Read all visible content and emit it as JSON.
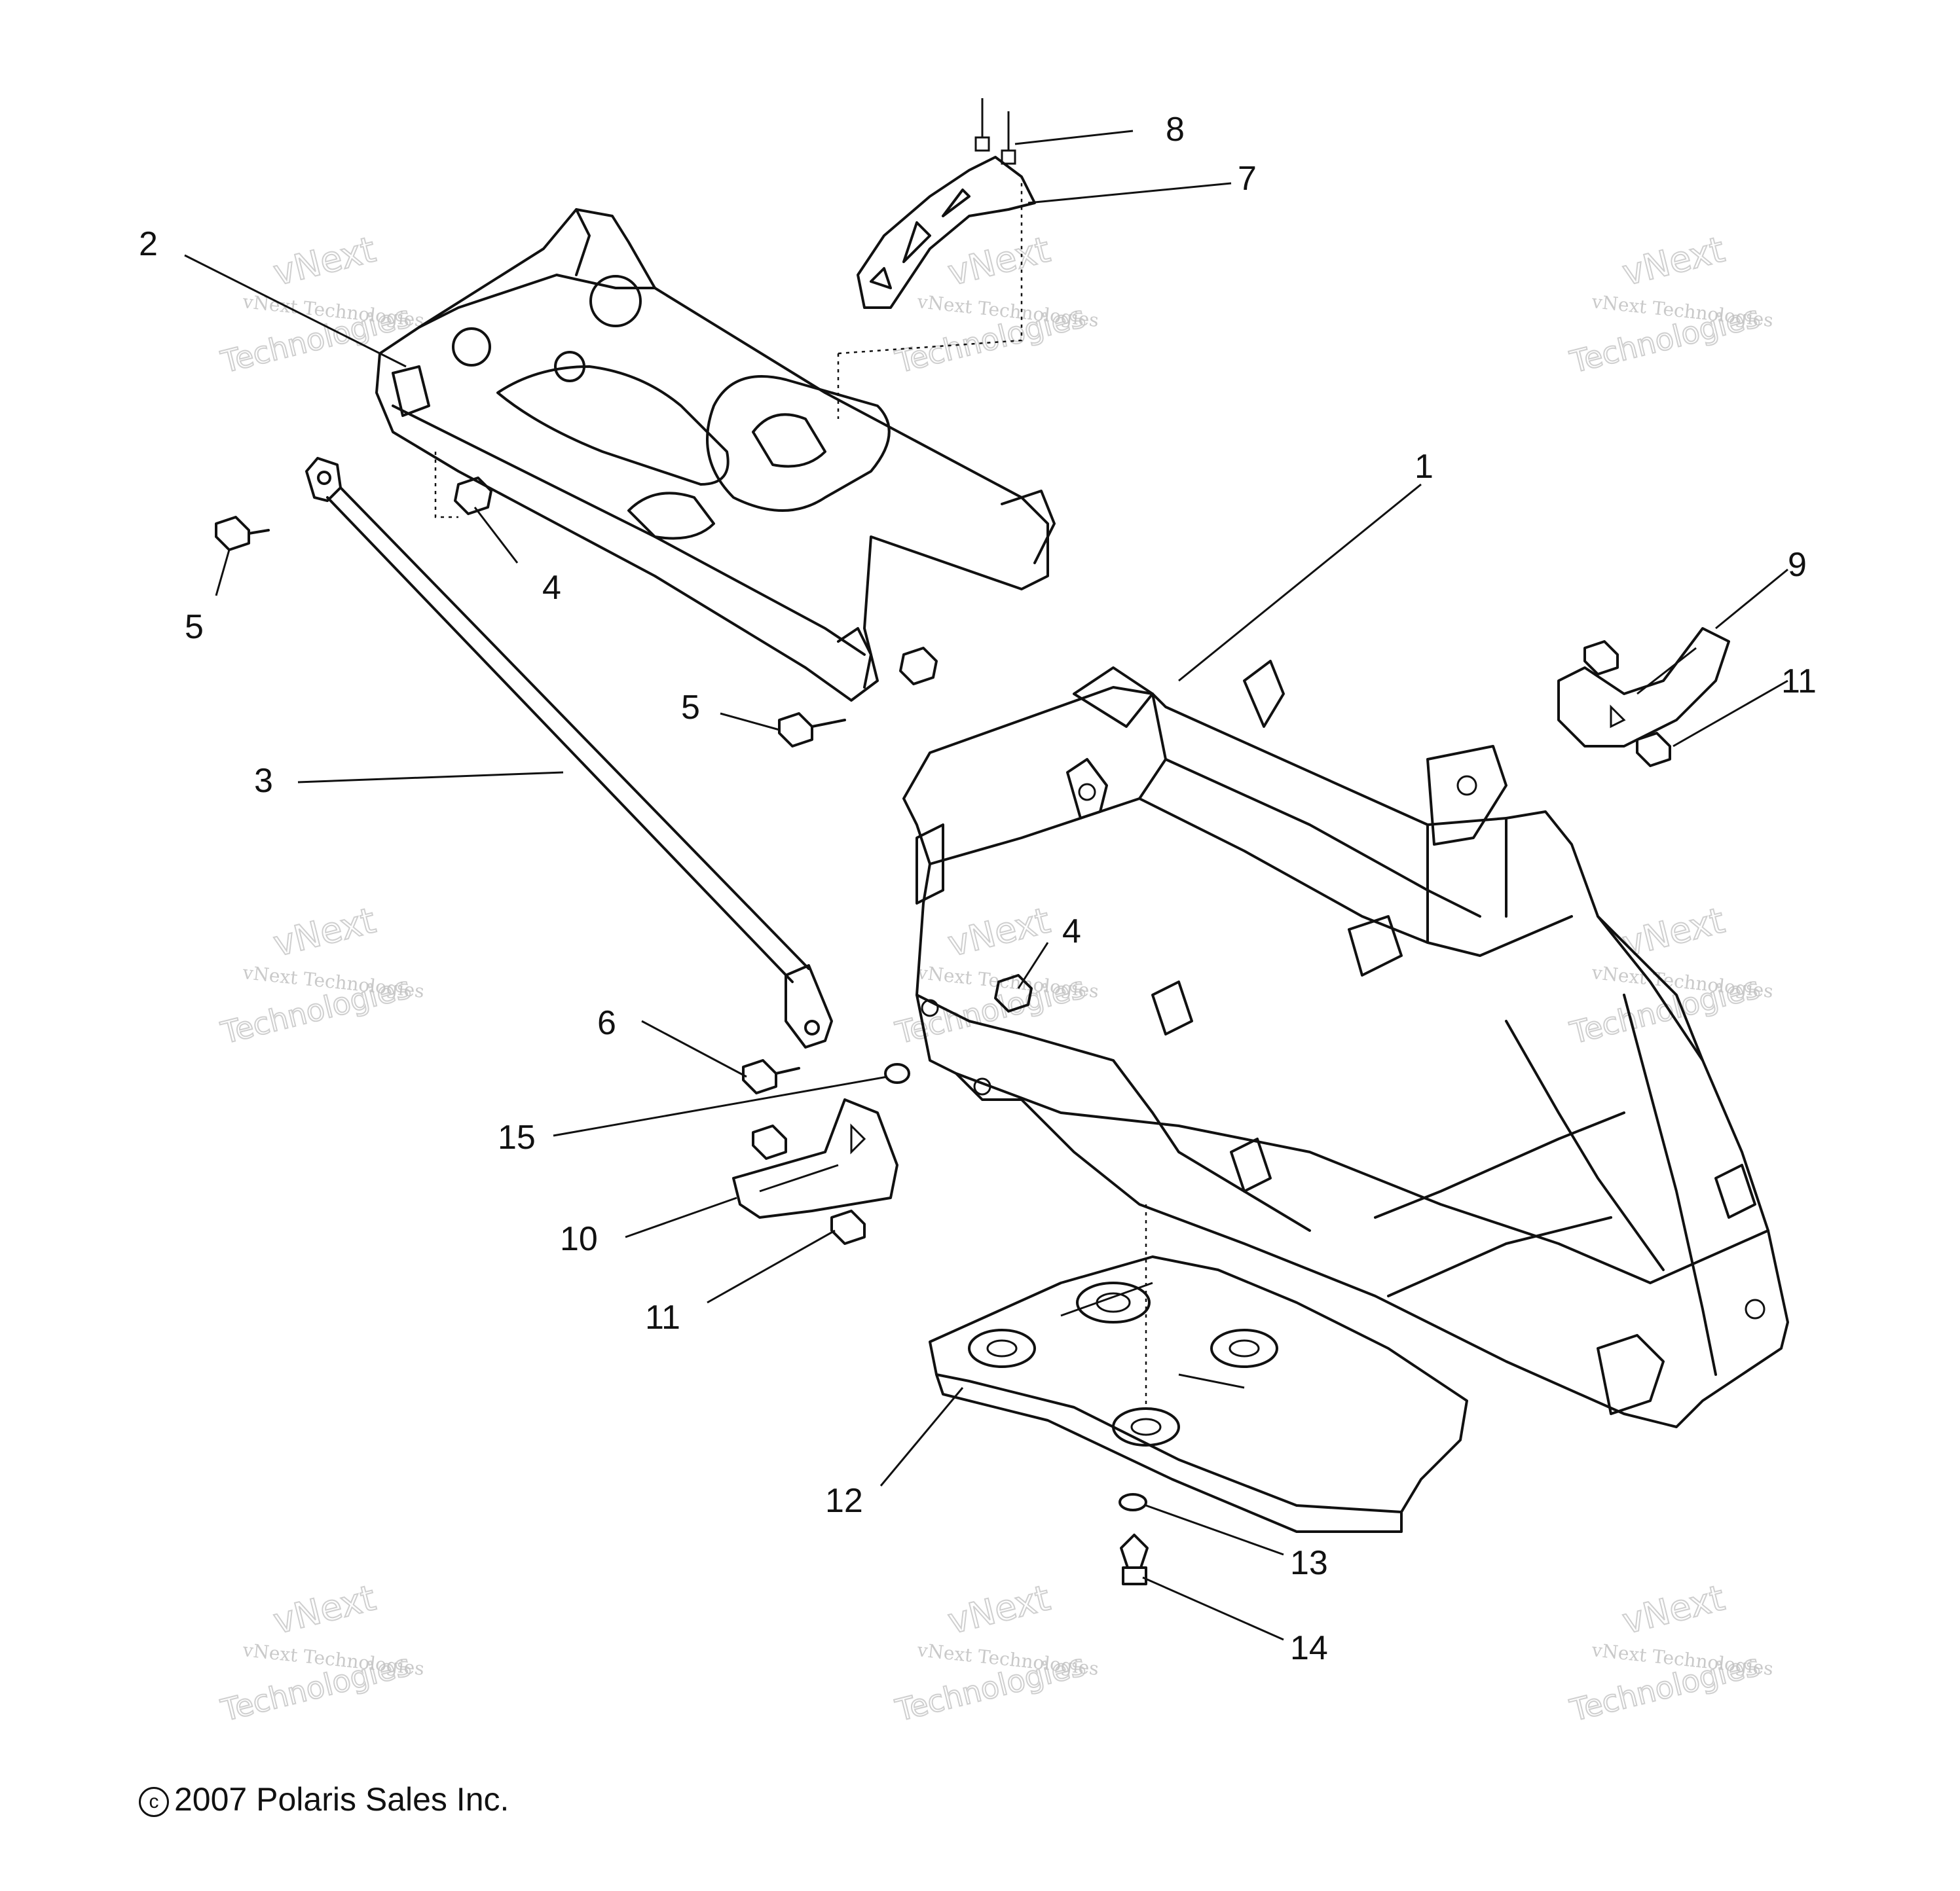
{
  "callouts": [
    {
      "id": "1",
      "text": "1"
    },
    {
      "id": "2",
      "text": "2"
    },
    {
      "id": "3",
      "text": "3"
    },
    {
      "id": "4",
      "text": "4"
    },
    {
      "id": "4b",
      "text": "4"
    },
    {
      "id": "5",
      "text": "5"
    },
    {
      "id": "5b",
      "text": "5"
    },
    {
      "id": "6",
      "text": "6"
    },
    {
      "id": "7",
      "text": "7"
    },
    {
      "id": "8",
      "text": "8"
    },
    {
      "id": "9",
      "text": "9"
    },
    {
      "id": "10",
      "text": "10"
    },
    {
      "id": "11",
      "text": "11"
    },
    {
      "id": "11b",
      "text": "11"
    },
    {
      "id": "12",
      "text": "12"
    },
    {
      "id": "13",
      "text": "13"
    },
    {
      "id": "14",
      "text": "14"
    },
    {
      "id": "15",
      "text": "15"
    }
  ],
  "watermark": {
    "line1": "vNext Technologies",
    "line2": "vNext",
    "line3": "Technologies"
  },
  "copyright": {
    "symbol": "c",
    "text": "2007 Polaris Sales Inc."
  }
}
